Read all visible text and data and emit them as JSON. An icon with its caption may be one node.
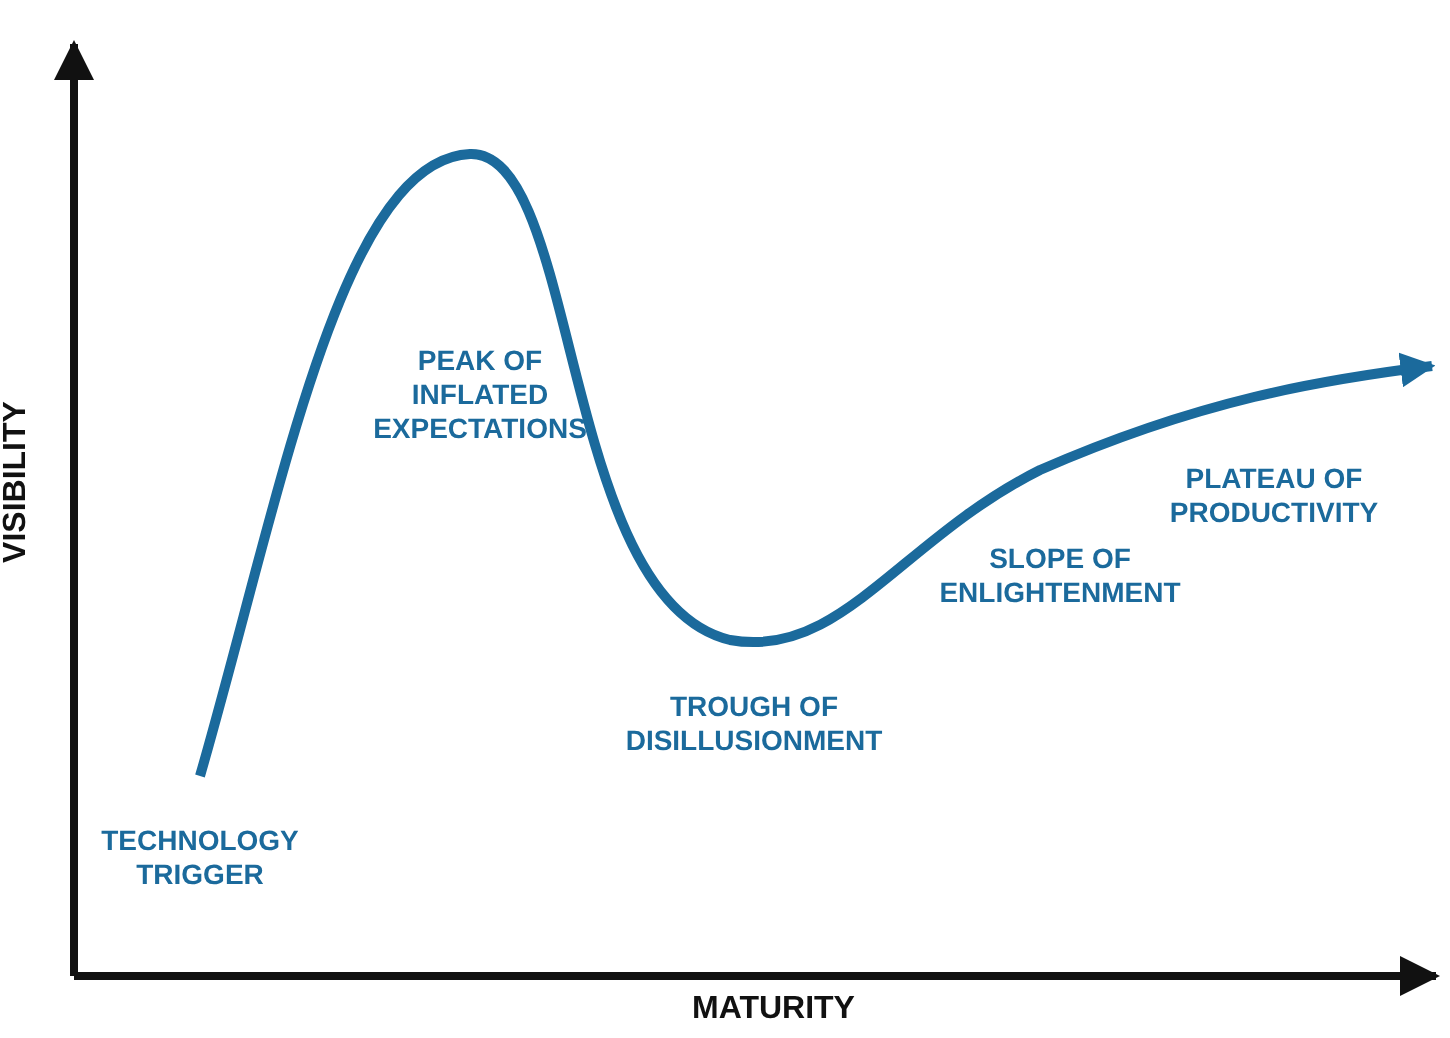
{
  "diagram": {
    "labels": [
      "PEAK OF INFLATED EXPECTATIONS",
      "PLATEAU OF PRODUCTIVITY",
      "VISIBILITY",
      "SLOPE OF ENLIGHTENMENT",
      "TROUGH OF DISILLUSIONMENT",
      "TECHNOLOGY TRIGGER",
      "MATURITY"
    ]
  }
}
